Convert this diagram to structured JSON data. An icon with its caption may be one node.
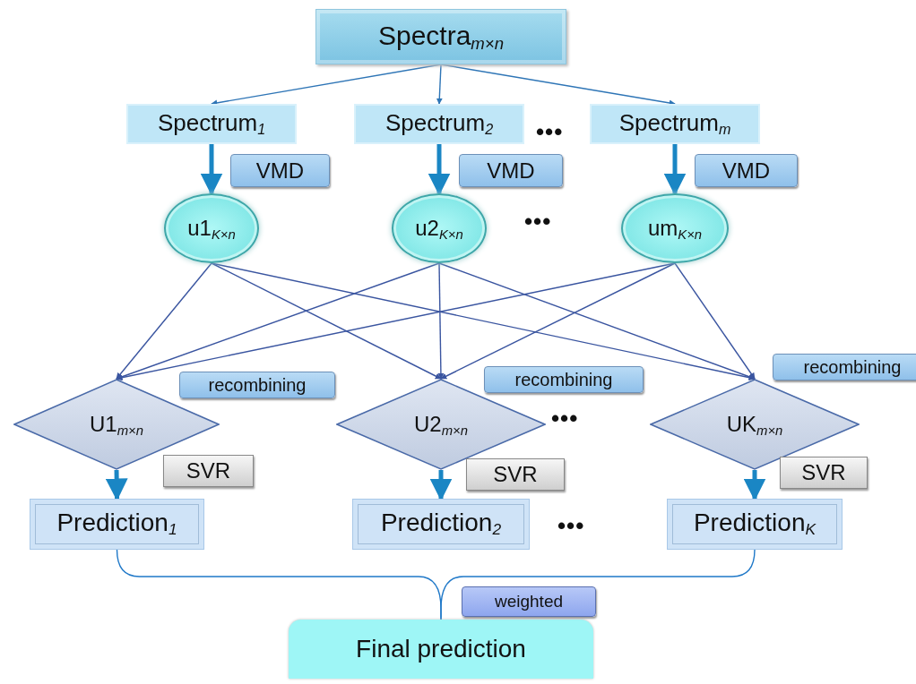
{
  "diagram": {
    "nodes": [
      {
        "text": [
          "Spectra$_{m×n}$"
        ]
      },
      {
        "text": [
          "Spectrum$_{1}$"
        ]
      },
      {
        "text": [
          "Spectrum$_{2}$"
        ]
      },
      {
        "text": [
          "Spectrum$_{m}$"
        ]
      },
      {
        "text": [
          "u1$_{K×n}$"
        ]
      },
      {
        "text": [
          "u2$_{K×n}$"
        ]
      },
      {
        "text": [
          "um$_{K×n}$"
        ]
      },
      {
        "text": [
          "U1$_{m×n}$"
        ]
      },
      {
        "text": [
          "U2$_{m×n}$"
        ]
      },
      {
        "text": [
          "UK$_{m×n}$"
        ]
      },
      {
        "text": [
          "Prediction$_{1}$"
        ]
      },
      {
        "text": [
          "Prediction$_{2}$"
        ]
      },
      {
        "text": [
          "Prediction$_{K}$"
        ]
      },
      {
        "text": [
          "Final prediction"
        ]
      },
      {
        "text": [
          "VMD"
        ]
      },
      {
        "text": [
          "VMD"
        ]
      },
      {
        "text": [
          "VMD"
        ]
      },
      {
        "text": [
          "recombining"
        ]
      },
      {
        "text": [
          "recombining"
        ]
      },
      {
        "text": [
          "recombining"
        ]
      },
      {
        "text": [
          "SVR"
        ]
      },
      {
        "text": [
          "SVR"
        ]
      },
      {
        "text": [
          "SVR"
        ]
      },
      {
        "text": [
          "weighted"
        ]
      }
    ],
    "edges": [
      {
        "from": 0,
        "to": 1,
        "arrow": "to",
        "color": "#2e75b6"
      },
      {
        "from": 0,
        "to": 2,
        "arrow": "to",
        "color": "#2e75b6"
      },
      {
        "from": 0,
        "to": 3,
        "arrow": "to",
        "color": "#2e75b6"
      },
      {
        "from": 1,
        "to": 4,
        "arrow": "to",
        "style": "thick",
        "color": "#1a86c4"
      },
      {
        "from": 2,
        "to": 5,
        "arrow": "to",
        "style": "thick",
        "color": "#1a86c4"
      },
      {
        "from": 3,
        "to": 6,
        "arrow": "to",
        "style": "thick",
        "color": "#1a86c4"
      },
      {
        "from": 4,
        "to": 7,
        "arrow": "to"
      },
      {
        "from": 4,
        "to": 8,
        "arrow": "to"
      },
      {
        "from": 4,
        "to": 9,
        "arrow": "to"
      },
      {
        "from": 5,
        "to": 7,
        "arrow": "to"
      },
      {
        "from": 5,
        "to": 8,
        "arrow": "to"
      },
      {
        "from": 5,
        "to": 9,
        "arrow": "to"
      },
      {
        "from": 6,
        "to": 7,
        "arrow": "to"
      },
      {
        "from": 6,
        "to": 8,
        "arrow": "to"
      },
      {
        "from": 6,
        "to": 9,
        "arrow": "to"
      },
      {
        "from": 7,
        "to": 10,
        "arrow": "to",
        "style": "thick",
        "color": "#1a86c4"
      },
      {
        "from": 8,
        "to": 11,
        "arrow": "to",
        "style": "thick",
        "color": "#1a86c4"
      },
      {
        "from": 9,
        "to": 12,
        "arrow": "to",
        "style": "thick",
        "color": "#1a86c4"
      },
      {
        "from": 10,
        "to": 13,
        "arrow": "none",
        "color": "#1f78c8"
      },
      {
        "from": 12,
        "to": 13,
        "arrow": "none",
        "color": "#1f78c8"
      }
    ],
    "labels": [
      "•••",
      "•••",
      "•••",
      "•••"
    ]
  }
}
